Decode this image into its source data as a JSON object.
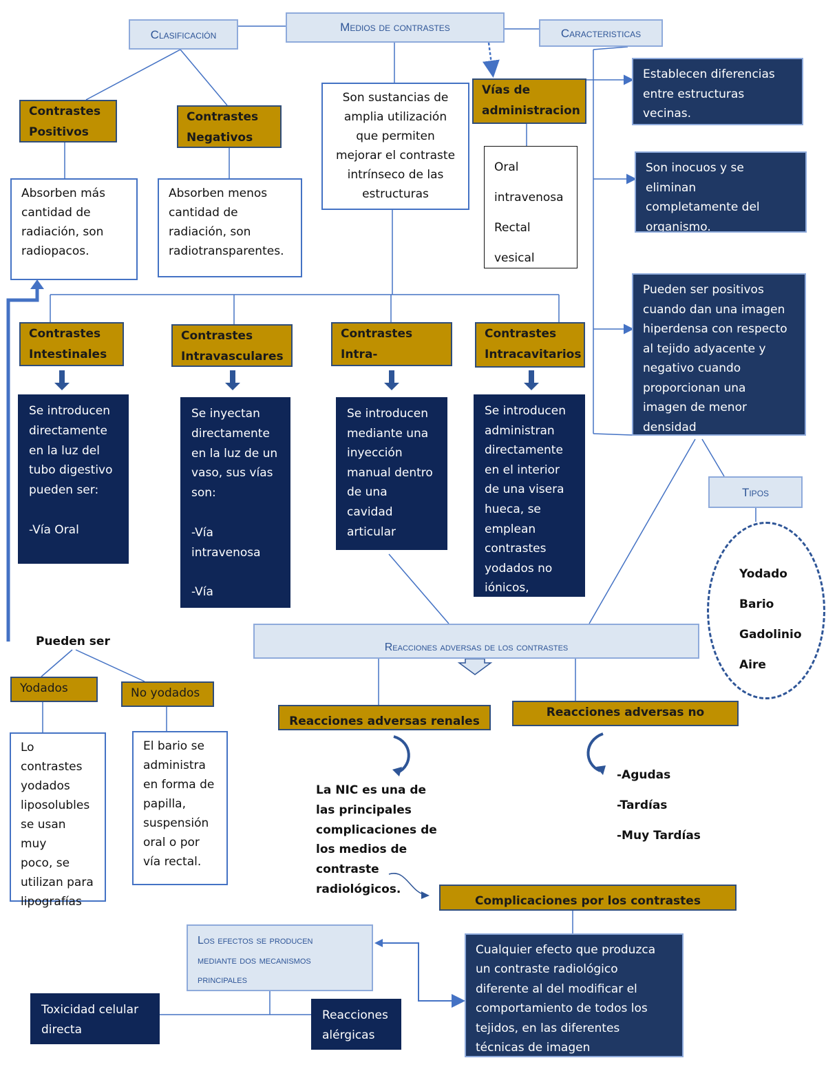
{
  "title": "Medios de contrastes",
  "clasificacion": "Clasificación",
  "caracteristicas": "Caracteristicas",
  "contrastes_positivos": "Contrastes\nPositivos",
  "contrastes_negativos": "Contrastes\nNegativos",
  "positivos_desc": "Absorben más\ncantidad de\nradiación, son\nradiopacos.",
  "negativos_desc": "Absorben menos\ncantidad de\nradiación, son\nradiotransparentes.",
  "definicion": "Son sustancias de\namplia utilización\nque permiten\nmejorar el contraste\nintrínseco de las\nestructuras",
  "vias_title": "Vías de\nadministracion",
  "vias": [
    "Oral",
    "intravenosa",
    "Rectal",
    "vesical"
  ],
  "caracteristicas_items": [
    "Establecen diferencias\nentre estructuras\nvecinas.",
    "Son inocuos y se\neliminan\ncompletamente del\norganismo.",
    "Pueden ser positivos\ncuando dan una imagen\nhiperdensa con respecto\nal tejido adyacente y\nnegativo cuando\nproporcionan una\nimagen de menor\ndensidad"
  ],
  "tipos_title": "Tipos",
  "tipos": [
    "Yodado",
    "Bario",
    "Gadolinio",
    "Aire"
  ],
  "categorias": [
    {
      "title": "Contrastes\nIntestinales",
      "desc": "Se introducen\ndirectamente\nen la luz del\ntubo digestivo\npueden ser:\n\n-Vía Oral\n\n-Vía Rectal"
    },
    {
      "title": "Contrastes\nIntravasculares",
      "desc": "Se inyectan\ndirectamente\nen la luz de un\nvaso, sus vías\nson:\n\n-Vía\nintravenosa\n\n-Vía\nintraarterial"
    },
    {
      "title": "Contrastes\nIntra-articulares",
      "desc": "Se introducen\nmediante una\ninyección\nmanual dentro\nde una\ncavidad\narticular"
    },
    {
      "title": "Contrastes\nIntracavitarios",
      "desc": "Se introducen\nadministran\ndirectamente\nen el interior\nde una visera\nhueca, se\nemplean\ncontrastes\nyodados no\niónicos,"
    }
  ],
  "pueden_ser": "Pueden ser",
  "yodados": "Yodados",
  "no_yodados": "No yodados",
  "yodados_desc": "Lo\ncontrastes\nyodados\nliposolubles\nse usan muy\npoco, se\nutilizan para\nlipografías",
  "no_yodados_desc": "El bario se\nadministra\nen forma de\npapilla,\nsuspensión\noral o por\nvía rectal.",
  "reacciones_adversas": "Reacciones adversas de los contrastes",
  "renales": "Reacciones adversas renales",
  "no_renales": "Reacciones adversas no renales",
  "nic": "La NIC es una de\nlas principales\ncomplicaciones de\nlos medios de\ncontraste\nradiológicos.",
  "no_renales_items": [
    "-Agudas",
    "-Tardías",
    "-Muy Tardías"
  ],
  "complicaciones": "Complicaciones por los contrastes",
  "complicaciones_desc": "Cualquier efecto que produzca\nun contraste radiológico\ndiferente al del modificar el\ncomportamiento de todos los\ntejidos, en las diferentes\ntécnicas de imagen",
  "efectos": "Los efectos se producen\nmediante dos mecanismos\nprincipales",
  "toxicidad": "Toxicidad celular\ndirecta",
  "alergicas": "Reacciones\nalérgicas",
  "colors": {
    "navy": "#1f3864",
    "gold": "#bf9000",
    "lightblue": "#dce6f2",
    "line": "#4472c4"
  }
}
